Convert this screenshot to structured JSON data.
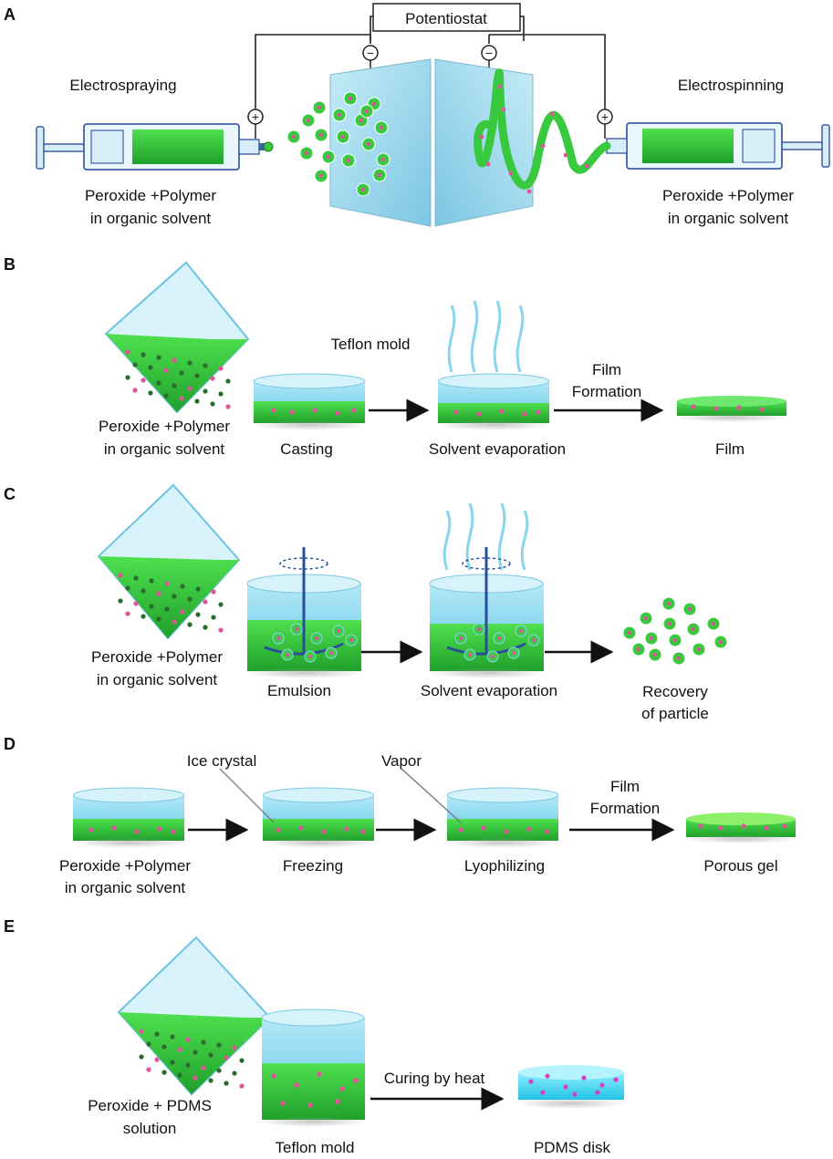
{
  "colors": {
    "solution_green": "#39c93f",
    "particle_pink": "#e0559a",
    "glass_blue": "#8fd6ee",
    "pdms_cyan": "#3fd6ef",
    "arrow_black": "#111111"
  },
  "panel_a": {
    "letter": "A",
    "potentiostat": "Potentiostat",
    "left_title": "Electrospraying",
    "right_title": "Electrospinning",
    "left_caption": [
      "Peroxide +Polymer",
      "in organic solvent"
    ],
    "right_caption": [
      "Peroxide +Polymer",
      "in organic solvent"
    ],
    "plus": "+",
    "minus": "−"
  },
  "panel_b": {
    "letter": "B",
    "source": [
      "Peroxide +Polymer",
      "in organic solvent"
    ],
    "mold_label": "Teflon mold",
    "step1": "Casting",
    "step2": "Solvent evaporation",
    "arrow_label": [
      "Film",
      "Formation"
    ],
    "result": "Film"
  },
  "panel_c": {
    "letter": "C",
    "source": [
      "Peroxide +Polymer",
      "in organic solvent"
    ],
    "step1": "Emulsion",
    "step2": "Solvent evaporation",
    "result": [
      "Recovery",
      "of particle"
    ]
  },
  "panel_d": {
    "letter": "D",
    "ice_label": "Ice crystal",
    "vapor_label": "Vapor",
    "source": [
      "Peroxide +Polymer",
      "in organic solvent"
    ],
    "step1": "Freezing",
    "step2": "Lyophilizing",
    "arrow_label": [
      "Film",
      "Formation"
    ],
    "result": "Porous gel"
  },
  "panel_e": {
    "letter": "E",
    "source": [
      "Peroxide + PDMS",
      "solution"
    ],
    "mold": "Teflon mold",
    "arrow_label": "Curing by heat",
    "result": "PDMS disk"
  }
}
